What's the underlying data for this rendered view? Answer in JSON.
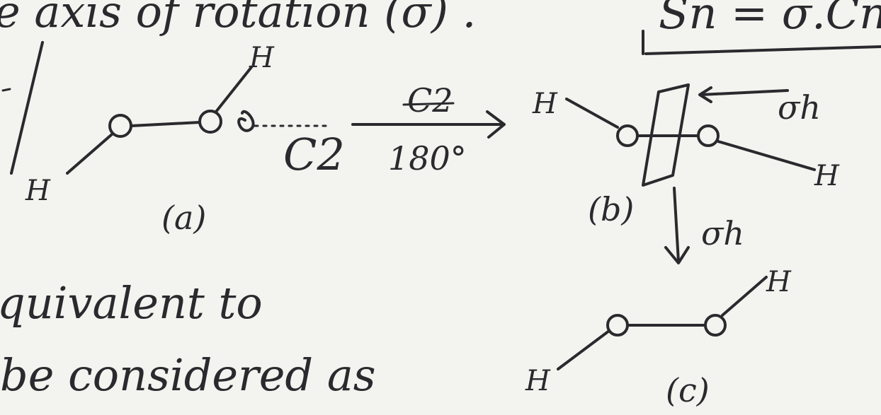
{
  "header": {
    "left_text": "e axis of rotation (σ) .",
    "formula": "Sn = σ.Cn"
  },
  "molecule_a": {
    "atoms": [
      "H",
      "H"
    ],
    "axis_label": "C2",
    "caption": "(a)"
  },
  "transform_1": {
    "label_top": "C2",
    "label_bottom": "180°"
  },
  "molecule_b": {
    "atoms": [
      "H",
      "H"
    ],
    "plane_label": "σh",
    "caption": "(b)"
  },
  "transform_2": {
    "label": "σh"
  },
  "molecule_c": {
    "atoms": [
      "H",
      "H"
    ],
    "caption": "(c)"
  },
  "body_text": {
    "line1": "quivalent to",
    "line2": "be considered as"
  }
}
